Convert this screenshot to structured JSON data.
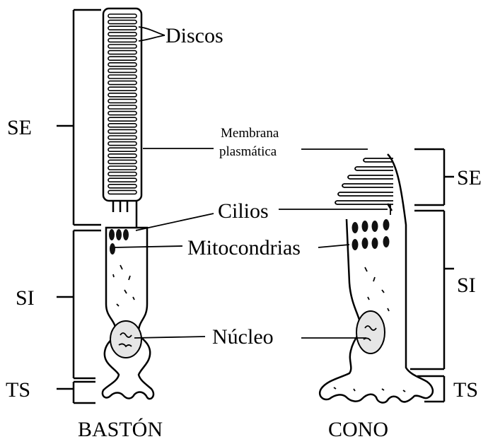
{
  "labels": {
    "discos": "Discos",
    "membrana_line1": "Membrana",
    "membrana_line2": "plasmática",
    "cilios": "Cilios",
    "mitocondrias": "Mitocondrias",
    "nucleo": "Núcleo"
  },
  "regions": {
    "se_left": "SE",
    "si_left": "SI",
    "ts_left": "TS",
    "se_right": "SE",
    "si_right": "SI",
    "ts_right": "TS"
  },
  "cells": {
    "rod": "BASTÓN",
    "cone": "CONO"
  }
}
